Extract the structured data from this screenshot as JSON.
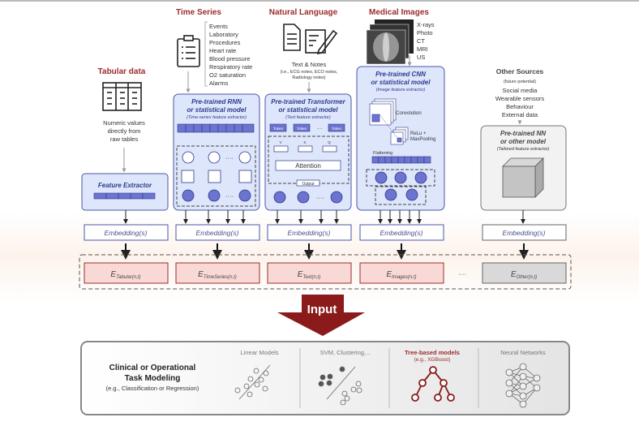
{
  "sources": {
    "tabular": {
      "title": "Tabular data",
      "desc": [
        "Numeric values",
        "directly from",
        "raw tables"
      ],
      "extractor": "Feature Extractor"
    },
    "time_series": {
      "title": "Time Series",
      "items": [
        "Events",
        "Laboratory",
        "Procedures",
        "Heart rate",
        "Blood pressure",
        "Respiratory rate",
        "O2 saturation",
        "Alarms"
      ],
      "model_title": [
        "Pre-trained RNN",
        "or statistical model"
      ],
      "model_sub": "(Time-series feature extractor)",
      "dots": "····"
    },
    "natural_language": {
      "title": "Natural Language",
      "desc": "Text & Notes",
      "desc_sub": [
        "(i.e., ECG notes, ECO notes,",
        "Radiology notes)"
      ],
      "model_title": [
        "Pre-trained Transformer",
        "or statistical model"
      ],
      "model_sub": "(Text feature extractor)",
      "token": "Token",
      "qkv": [
        "V",
        "K",
        "Q"
      ],
      "attention": "Attention",
      "output": "Output",
      "dots": "····"
    },
    "medical_images": {
      "title": "Medical Images",
      "items": [
        "X-rays",
        "Photo",
        "CT",
        "MRI",
        "US"
      ],
      "model_title": [
        "Pre-trained CNN",
        "or statistical model"
      ],
      "model_sub": "(Image feature extractor)",
      "convolution": "Convolution",
      "relu": [
        "ReLu +",
        "MaxPooling"
      ],
      "flattening": "Flattening"
    },
    "other": {
      "title": "Other Sources",
      "subtitle": "(future potential)",
      "items": [
        "Social media",
        "Wearable sensors",
        "Behaviour",
        "External data"
      ],
      "model_title": [
        "Pre-trained NN",
        "or other model"
      ],
      "model_sub": "(Tailored feature extractor)"
    }
  },
  "embedding_label": "Embedding(s)",
  "embeddings": [
    {
      "E": "E",
      "sub": "Tabular(n,t)"
    },
    {
      "E": "E",
      "sub": "TimeSeries(n,t)"
    },
    {
      "E": "E",
      "sub": "Text(n,t)"
    },
    {
      "E": "E",
      "sub": "Images(n,t)"
    },
    {
      "E": "E",
      "sub": "Other(n,t)"
    }
  ],
  "ellipsis": "····",
  "input_label": "Input",
  "task": {
    "title": [
      "Clinical or Operational",
      "Task Modeling"
    ],
    "subtitle": "(e.g., Classification or Regression)",
    "columns": [
      {
        "label": "Linear Models"
      },
      {
        "label": "SVM, Clustering,..."
      },
      {
        "label": "Tree-based models",
        "sub": "(e.g., XGBoost)"
      },
      {
        "label": "Neural Networks"
      }
    ]
  },
  "colors": {
    "accent_red": "#9b2c2c",
    "model_blue": "#dde6fb",
    "node_blue": "#7b83d6",
    "embedding_pink": "#f9d9d6",
    "other_gray": "#d9d9d9"
  }
}
